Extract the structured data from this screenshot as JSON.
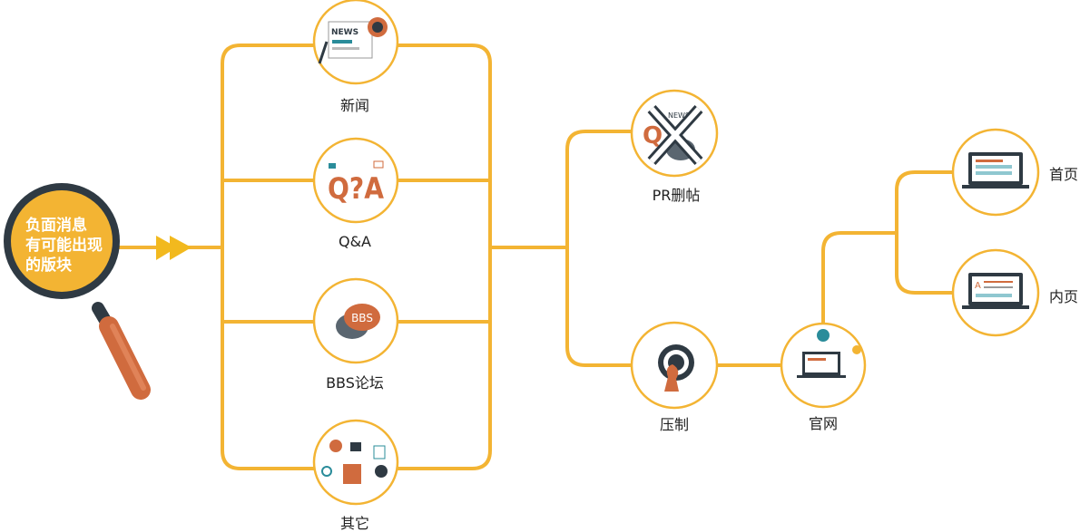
{
  "center": {
    "lines": [
      "负面消息",
      "有可能出现",
      "的版块"
    ]
  },
  "channels": [
    {
      "label": "新闻",
      "icon": "news-icon",
      "icon_text": "NEWS"
    },
    {
      "label": "Q&A",
      "icon": "qa-icon",
      "icon_text": "Q?A"
    },
    {
      "label": "BBS论坛",
      "icon": "bbs-icon",
      "icon_text": "BBS"
    },
    {
      "label": "其它",
      "icon": "misc-icon"
    }
  ],
  "actions": [
    {
      "label": "PR删帖",
      "icon": "delete-cross-icon",
      "icon_text": "NEWS"
    },
    {
      "label": "压制",
      "icon": "target-chess-icon"
    }
  ],
  "site": {
    "label": "官网",
    "icon": "website-icon"
  },
  "pages": [
    {
      "label": "首页",
      "icon": "laptop-homepage-icon"
    },
    {
      "label": "内页",
      "icon": "laptop-innerpage-icon"
    }
  ],
  "colors": {
    "line": "#F3B433",
    "ring": "#2F3A43",
    "handle": "#D06B3E",
    "accent": "#2A8C9A"
  }
}
